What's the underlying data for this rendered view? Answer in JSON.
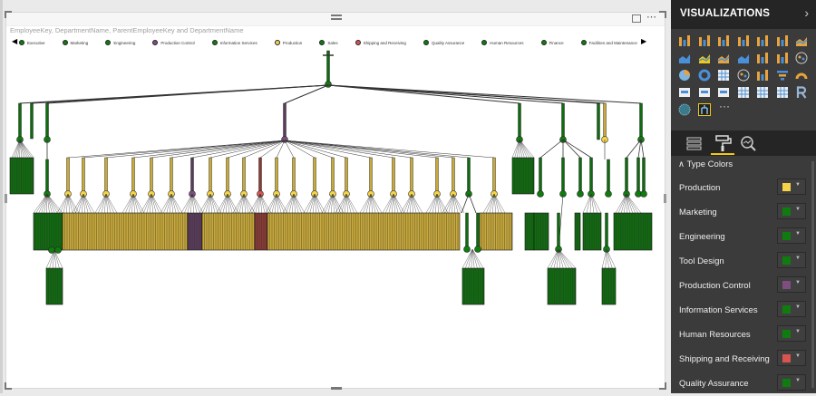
{
  "visual": {
    "title": "EmployeeKey, DepartmentName, ParentEmployeeKey and DepartmentName",
    "more_label": "⋯"
  },
  "legend": [
    {
      "label": "Executive",
      "color": "#107c10"
    },
    {
      "label": "Marketing",
      "color": "#107c10"
    },
    {
      "label": "Engineering",
      "color": "#107c10"
    },
    {
      "label": "Production Control",
      "color": "#7e4f7e"
    },
    {
      "label": "Information Services",
      "color": "#107c10"
    },
    {
      "label": "Production",
      "color": "#f5d547"
    },
    {
      "label": "Sales",
      "color": "#107c10"
    },
    {
      "label": "Shipping and Receiving",
      "color": "#d9534f"
    },
    {
      "label": "Quality Assurance",
      "color": "#107c10"
    },
    {
      "label": "Human Resources",
      "color": "#107c10"
    },
    {
      "label": "Finance",
      "color": "#107c10"
    },
    {
      "label": "Facilities and Maintenance",
      "color": "#107c10"
    }
  ],
  "panel": {
    "title": "VISUALIZATIONS",
    "chevron": "›",
    "more_visuals": "···",
    "section_title": "Type Colors",
    "section_chevron": "∧",
    "visual_icons": [
      "stacked-bar-icon",
      "stacked-column-icon",
      "clustered-bar-icon",
      "clustered-column-icon",
      "100-bar-icon",
      "100-column-icon",
      "line-chart-icon",
      "area-chart-icon",
      "stacked-area-icon",
      "line-column-icon",
      "line-clustered-column-icon",
      "ribbon-icon",
      "waterfall-icon",
      "scatter-icon",
      "pie-icon",
      "donut-icon",
      "treemap-icon",
      "map-icon",
      "filled-map-icon",
      "funnel-icon",
      "gauge-icon",
      "card-icon",
      "multirow-card-icon",
      "kpi-icon",
      "slicer-icon",
      "table-icon",
      "matrix-icon",
      "r-visual-icon",
      "globe-icon",
      "hierarchy-tree-icon"
    ],
    "tabs": [
      "fields-tab",
      "format-tab",
      "analytics-tab"
    ],
    "type_colors": [
      {
        "label": "Production",
        "color": "#f5d547"
      },
      {
        "label": "Marketing",
        "color": "#107c10"
      },
      {
        "label": "Engineering",
        "color": "#107c10"
      },
      {
        "label": "Tool Design",
        "color": "#107c10"
      },
      {
        "label": "Production Control",
        "color": "#7e4f7e"
      },
      {
        "label": "Information Services",
        "color": "#107c10"
      },
      {
        "label": "Human Resources",
        "color": "#107c10"
      },
      {
        "label": "Shipping and Receiving",
        "color": "#d9534f"
      },
      {
        "label": "Quality Assurance",
        "color": "#107c10"
      }
    ]
  },
  "colors": {
    "green": "#0f6b0f",
    "yellow": "#c9a93a",
    "purple": "#5a3b5a",
    "red": "#8a3a35",
    "accent": "#f2c811"
  }
}
